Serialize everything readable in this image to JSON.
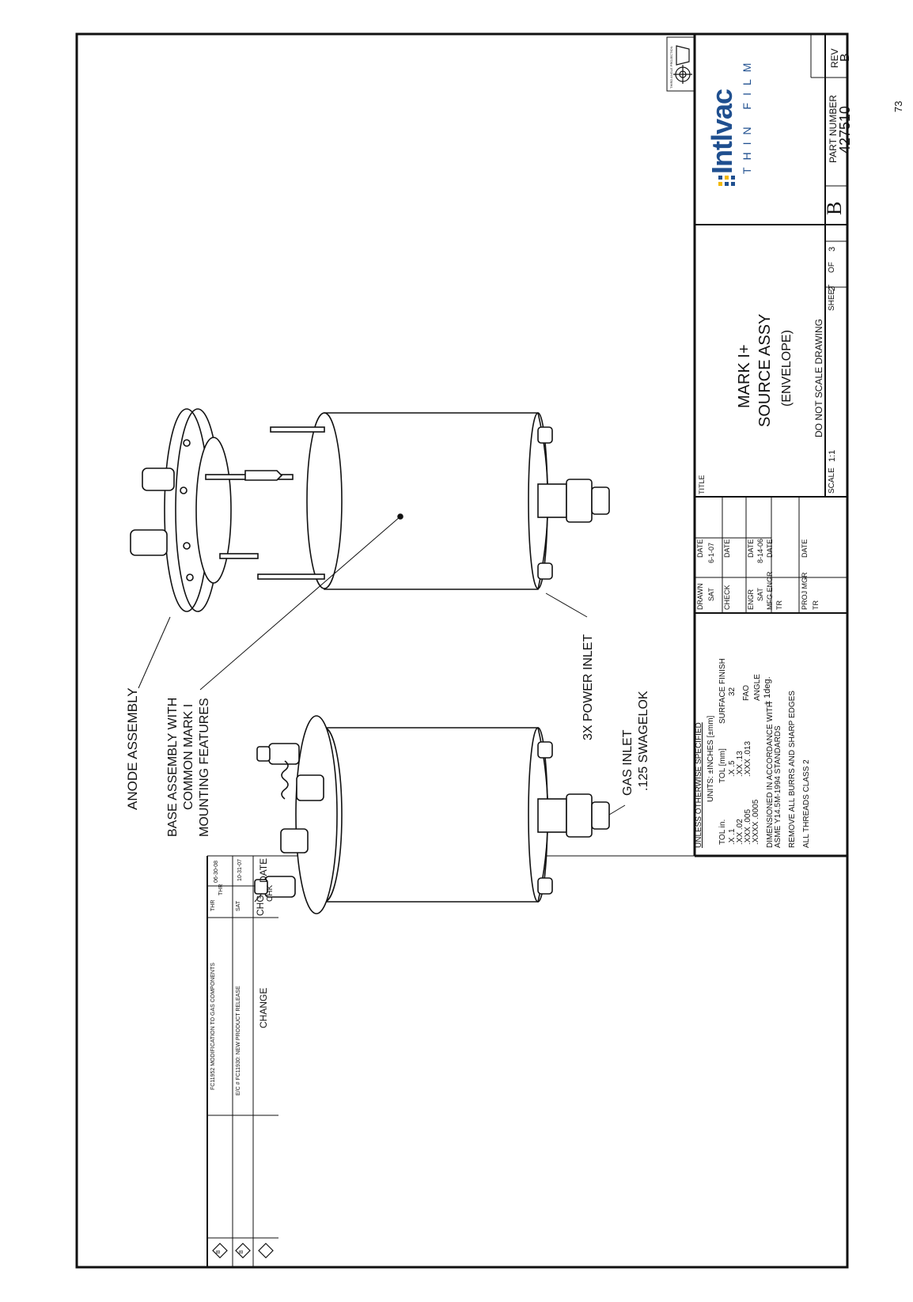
{
  "page_number": "73",
  "callouts": {
    "anode": "ANODE ASSEMBLY",
    "base_1": "BASE ASSEMBLY WITH",
    "base_2": "COMMON MARK I",
    "base_3": "MOUNTING FEATURES",
    "power": "3X POWER INLET",
    "gas_1": "GAS INLET",
    "gas_2": ".125 SWAGELOK"
  },
  "tolerance_block": {
    "header": "UNLESS OTHERWISE SPECIFIED",
    "units": "UNITS: ±INCHES [±mm]",
    "tol_in_label": "TOL in.",
    "tol_mm_label": "TOL [mm]",
    "surface_finish_label": "SURFACE FINISH",
    "rows": [
      {
        "in": ".X  .1",
        "mm": ".X  .5"
      },
      {
        "in": ".XX  .02",
        "mm": ".XX  .13"
      },
      {
        "in": ".XXX  .005",
        "mm": ".XXX  .013"
      },
      {
        "in": ".XXXX  .0005",
        "mm": ""
      }
    ],
    "finish_value": "32",
    "finish_note": "FAO",
    "angle_label": "ANGLE",
    "angle_value": "± 1deg.",
    "dimensioned_1": "DIMENSIONED IN ACCORDANCE WITH",
    "dimensioned_2": "ASME Y14.5M-1994 STANDARDS",
    "burrs": "REMOVE ALL BURRS AND SHARP EDGES",
    "threads": "ALL THREADS CLASS 2"
  },
  "approvals": {
    "drawn_label": "DRAWN",
    "drawn_by": "SAT",
    "date_label": "DATE",
    "drawn_date": "6-1-07",
    "check_label": "CHECK",
    "engr_label": "ENGR",
    "engr_by": "SAT",
    "engr_date": "8-14-06",
    "mfg_label": "MFG ENGR",
    "mfg_by": "TR",
    "proj_label": "PROJ MGR",
    "proj_by": "TR"
  },
  "title_block": {
    "title_label": "TITLE",
    "title_1": "MARK I+",
    "title_2": "SOURCE ASSY",
    "title_3": "(ENVELOPE)",
    "scale_label": "SCALE",
    "scale_value": "1:1",
    "do_not_scale": "DO NOT SCALE DRAWING",
    "sheet_label": "SHEET",
    "sheet_value": "2",
    "of_label": "OF",
    "of_value": "3",
    "size": "B",
    "part_number_label": "PART NUMBER",
    "part_number": "427510",
    "rev_label": "REV",
    "rev": "B",
    "projection_label": "THIRD ANGLE PROJECTION"
  },
  "logo": {
    "brand": "Intlvac",
    "tagline": "THIN FILM",
    "color": "#1f4f8f",
    "dot_color": "#f2b800"
  },
  "revisions": {
    "rows": [
      {
        "rev": "B",
        "change": "FC11952 MODIFICATION TO GAS COMPONENTS",
        "by": "THR",
        "chk": "THR",
        "date": "06-30-08"
      },
      {
        "rev": "B",
        "change": "E/C # FC11930: NEW PRODUCT RELEASE",
        "by": "SAT",
        "chk": "",
        "date": "10-31-07"
      }
    ],
    "header_change": "CHANGE",
    "header_chg": "CHG",
    "header_chk": "CHK",
    "header_date": "DATE"
  }
}
